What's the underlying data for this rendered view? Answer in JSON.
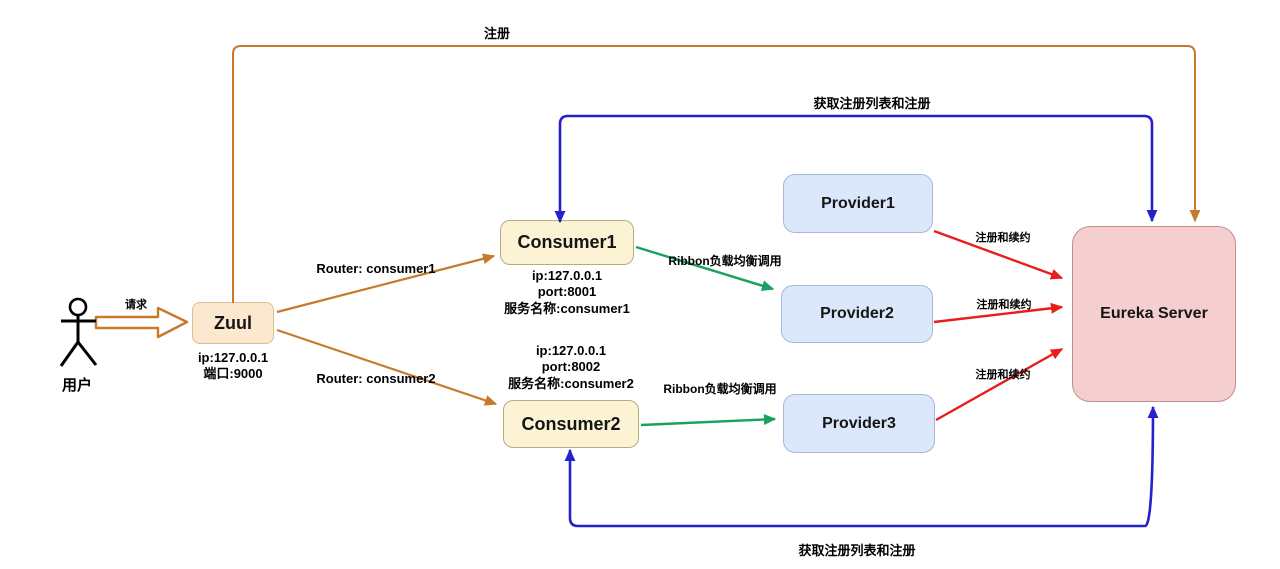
{
  "colors": {
    "orange": "#c8792c",
    "blue": "#2421cd",
    "green": "#18a15f",
    "red": "#e81d1d",
    "zuul_fill": "#fbe8cf",
    "zuul_border": "#ddbd8d",
    "consumer_fill": "#fbf3d4",
    "consumer_border": "#b5ad82",
    "provider_fill": "#dbe8fb",
    "provider_border": "#a6bad8",
    "eureka_fill": "#f5cfcf",
    "eureka_border": "#c28f8f"
  },
  "actor": {
    "label": "用户"
  },
  "nodes": {
    "zuul": {
      "label": "Zuul",
      "details": "ip:127.0.0.1\n端口:9000"
    },
    "consumer1": {
      "label": "Consumer1",
      "details": "ip:127.0.0.1\nport:8001\n服务名称:consumer1"
    },
    "consumer2": {
      "label": "Consumer2",
      "details": "ip:127.0.0.1\nport:8002\n服务名称:consumer2"
    },
    "provider1": {
      "label": "Provider1"
    },
    "provider2": {
      "label": "Provider2"
    },
    "provider3": {
      "label": "Provider3"
    },
    "eureka": {
      "label": "Eureka Server"
    }
  },
  "edge_labels": {
    "register": "注册",
    "fetch_top": "获取注册列表和注册",
    "fetch_bottom": "获取注册列表和注册",
    "request": "请求",
    "router1": "Router: consumer1",
    "router2": "Router: consumer2",
    "ribbon1": "Ribbon负载均衡调用",
    "ribbon2": "Ribbon负载均衡调用",
    "renew1": "注册和续约",
    "renew2": "注册和续约",
    "renew3": "注册和续约"
  }
}
